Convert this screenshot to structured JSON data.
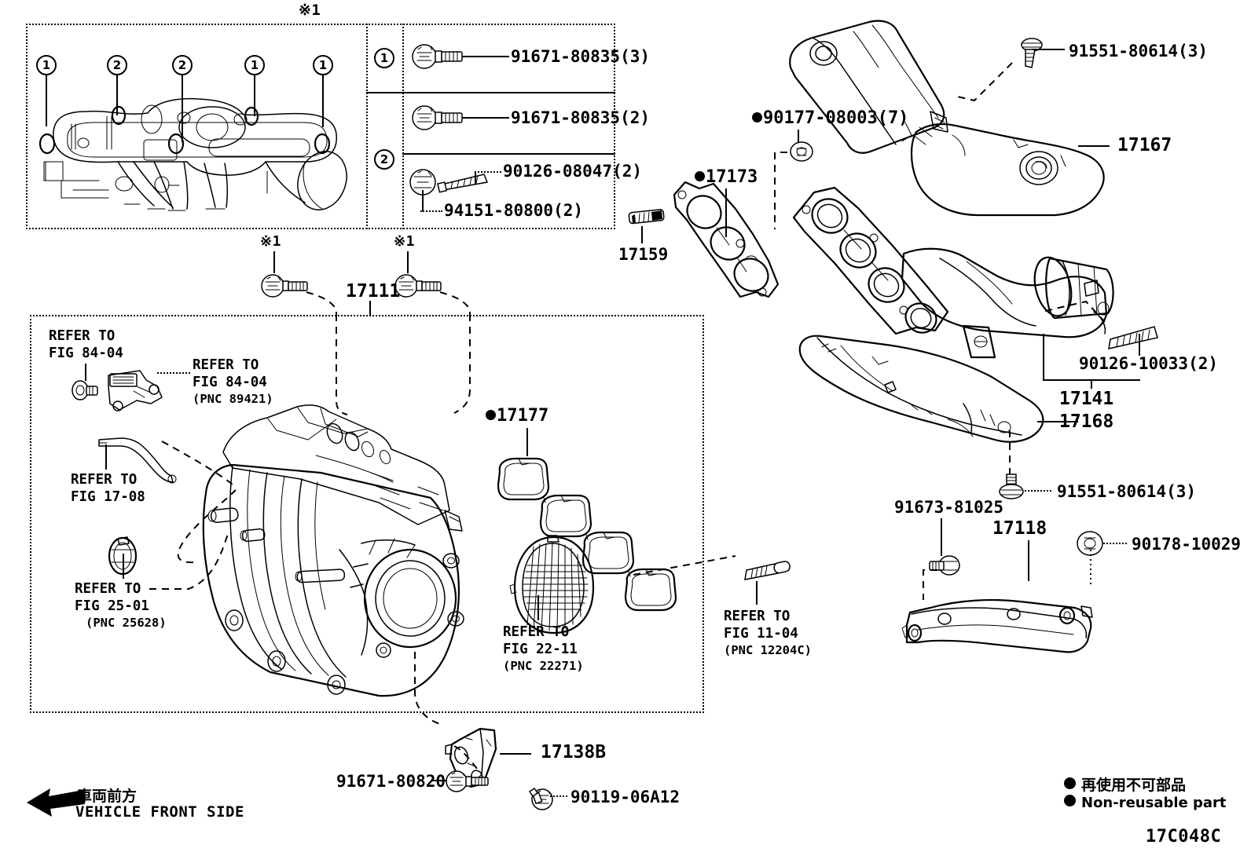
{
  "diagram": {
    "code": "17C048C",
    "note_marker": "※1"
  },
  "inset": {
    "title_marker": "※1",
    "markers": {
      "one": "1",
      "two": "2"
    },
    "callouts": [
      {
        "id": "c1",
        "marker": "1"
      },
      {
        "id": "c2",
        "marker": "2"
      },
      {
        "id": "c3",
        "marker": "2"
      },
      {
        "id": "c4",
        "marker": "1"
      },
      {
        "id": "c5",
        "marker": "1"
      }
    ],
    "rows": [
      {
        "marker": "1",
        "parts": [
          {
            "number": "91671-80835(3)"
          }
        ]
      },
      {
        "marker": "2",
        "parts": [
          {
            "number": "91671-80835(2)"
          }
        ]
      },
      {
        "marker": "",
        "parts": [
          {
            "number": "90126-08047(2)"
          },
          {
            "number": "94151-80800(2)"
          }
        ]
      }
    ]
  },
  "main_box": {
    "refer_84_04_a": {
      "line1": "REFER TO",
      "line2": "FIG 84-04"
    },
    "refer_84_04_b": {
      "line1": "REFER TO",
      "line2": "FIG 84-04",
      "pnc": "(PNC 89421)"
    },
    "refer_17_08": {
      "line1": "REFER TO",
      "line2": "FIG 17-08"
    },
    "refer_25_01": {
      "line1": "REFER TO",
      "line2": "FIG 25-01",
      "pnc": "(PNC 25628)"
    },
    "refer_22_11": {
      "line1": "REFER TO",
      "line2": "FIG 22-11",
      "pnc": "(PNC 22271)"
    },
    "refer_11_04": {
      "line1": "REFER TO",
      "line2": "FIG 11-04",
      "pnc": "(PNC 12204C)"
    }
  },
  "parts": {
    "intake_manifold": {
      "number": "17111"
    },
    "intake_gasket_set": {
      "number": "17177",
      "nonreusable": true
    },
    "bracket": {
      "number": "17138B"
    },
    "bracket_bolt": {
      "number": "91671-80820"
    },
    "bracket_bolt2": {
      "number": "90119-06A12"
    },
    "manifold_stud": {
      "number": "17159"
    },
    "exhaust_gasket": {
      "number": "17173",
      "nonreusable": true
    },
    "exhaust_nut": {
      "number": "90177-08003(7)",
      "nonreusable": true
    },
    "upper_heat_insulator": {
      "number": "17167"
    },
    "upper_insulator_bolt": {
      "number": "91551-80614(3)"
    },
    "exhaust_manifold": {
      "number": "17141"
    },
    "exhaust_manifold_bolt": {
      "number": "90126-10033(2)"
    },
    "lower_heat_insulator": {
      "number": "17168"
    },
    "lower_insulator_bolt": {
      "number": "91551-80614(3)"
    },
    "manifold_stay": {
      "number": "17118"
    },
    "stay_bolt": {
      "number": "91673-81025"
    },
    "stay_nut": {
      "number": "90178-10029"
    }
  },
  "legend": {
    "front_jp": "車両前方",
    "front_en": "VEHICLE FRONT SIDE",
    "nonreusable_jp": "再使用不可部品",
    "nonreusable_en": "Non-reusable part"
  }
}
